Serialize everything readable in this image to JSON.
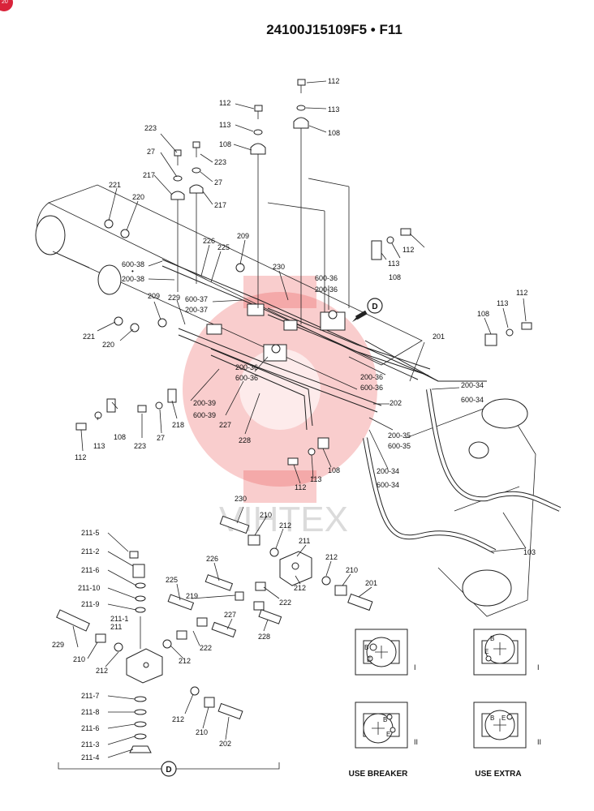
{
  "header": {
    "title": "24100J15109F5 • F11",
    "badge_text": "20"
  },
  "watermark": {
    "text": "VIHTEX"
  },
  "colors": {
    "watermark_red": "#e84a4a",
    "badge_red": "#d9233a",
    "ink": "#222222"
  },
  "callout": {
    "label": "D"
  },
  "detail_label": "D",
  "labels": {
    "l112a": "112",
    "l113a": "113",
    "l108a": "108",
    "l112b": "112",
    "l113b": "113",
    "l108b": "108",
    "l223a": "223",
    "l27a": "27",
    "l223b": "223",
    "l27b": "27",
    "l217a": "217",
    "l217b": "217",
    "l221a": "221",
    "l220a": "220",
    "l226": "226",
    "l225": "225",
    "l209a": "209",
    "l230": "230",
    "l600_38": "600-38",
    "l200_38": "200-38",
    "l600_36a": "600-36",
    "l200_36a": "200-36",
    "l209b": "209",
    "l229": "229",
    "l600_37": "600-37",
    "l200_37": "200-37",
    "l221b": "221",
    "l220b": "220",
    "l112c": "112",
    "l113c": "113",
    "l108c": "108",
    "l112d": "112",
    "l113d": "113",
    "l108d": "108",
    "l201": "201",
    "l200_34a": "200-34",
    "l600_34a": "600-34",
    "l200_36b": "200-36",
    "l600_36b": "600-36",
    "l200_36c": "200-36",
    "l600_36c": "600-36",
    "l200_39": "200-39",
    "l600_39": "600-39",
    "l218": "218",
    "l227a": "227",
    "l228a": "228",
    "l202a": "202",
    "l200_35": "200-35",
    "l600_35": "600-35",
    "l200_34b": "200-34",
    "l600_34b": "600-34",
    "l112e": "112",
    "l113e": "113",
    "l108e": "108",
    "l223c": "223",
    "l27c": "27",
    "l112f": "112",
    "l113f": "113",
    "l108f": "108",
    "l103": "103",
    "d230": "230",
    "d210a": "210",
    "d212a": "212",
    "d211": "211",
    "d212b": "212",
    "d212c": "212",
    "d210b": "210",
    "d201": "201",
    "d226": "226",
    "d225": "225",
    "d219": "219",
    "d222a": "222",
    "d227": "227",
    "d228": "228",
    "d222b": "222",
    "d212d": "212",
    "d211_5": "211-5",
    "d211_2": "211-2",
    "d211_6a": "211-6",
    "d211_10": "211-10",
    "d211_9": "211-9",
    "d211_1": "211-1",
    "d211b": "211",
    "d229": "229",
    "d210c": "210",
    "d212e": "212",
    "d211_7": "211-7",
    "d211_8": "211-8",
    "d211_6b": "211-6",
    "d211_3": "211-3",
    "d211_4": "211-4",
    "d212f": "212",
    "d210d": "210",
    "d202": "202"
  },
  "valve_views": {
    "roman_1": "I",
    "roman_2": "II",
    "letter_b": "B",
    "letter_e": "E",
    "use_breaker": "USE BREAKER",
    "use_extra": "USE EXTRA"
  }
}
